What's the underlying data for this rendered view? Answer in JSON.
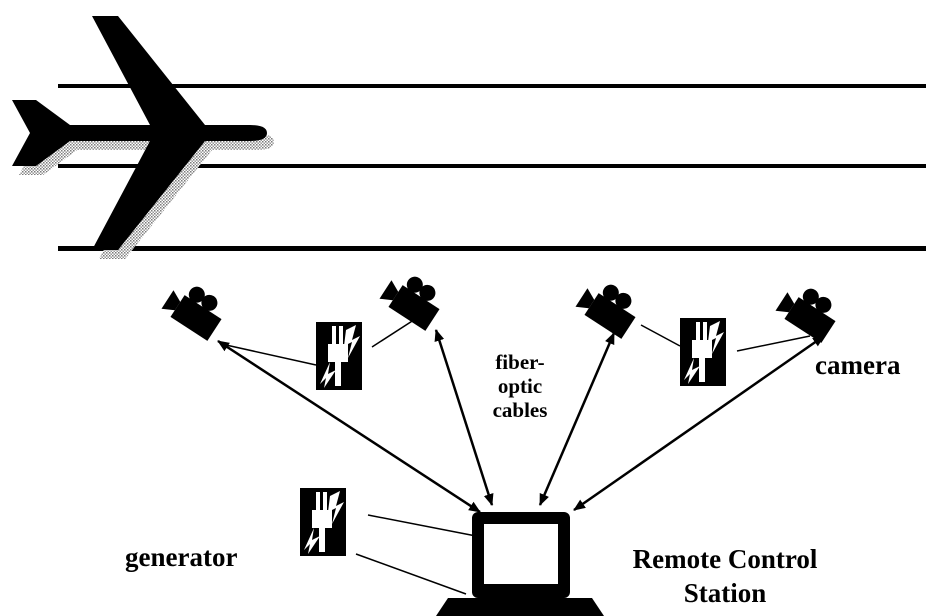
{
  "labels": {
    "fiber_line1": "fiber-",
    "fiber_line2": "optic",
    "fiber_line3": "cables",
    "camera": "camera",
    "generator": "generator",
    "station_line1": "Remote Control",
    "station_line2": "Station"
  },
  "icons": {
    "aircraft": "airplane-icon",
    "camera": "video-camera-icon",
    "generator": "generator-plug-icon",
    "station": "computer-monitor-icon"
  },
  "colors": {
    "ink": "#000000",
    "shadow": "#8a8a8a",
    "background": "#ffffff"
  }
}
